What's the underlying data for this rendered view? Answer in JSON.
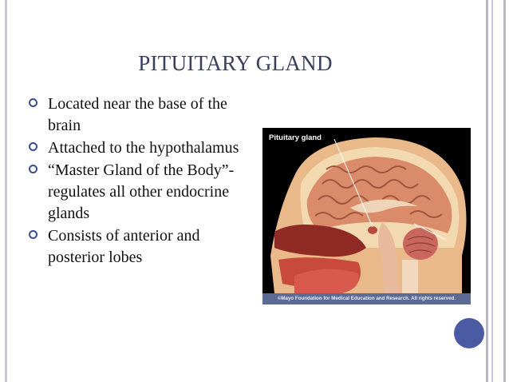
{
  "slide": {
    "title": "PITUITARY GLAND",
    "bullets": [
      "Located near the base of the brain",
      "Attached to the hypothalamus",
      "“Master Gland of the Body”- regulates all other endocrine glands",
      "Consists of anterior and posterior lobes"
    ],
    "figure": {
      "label": "Pituitary gland",
      "caption": "©Mayo Foundation for Medical Education and Research.  All rights reserved."
    }
  },
  "colors": {
    "title": "#3a3f5c",
    "bullet_ring": "#3a4d8f",
    "nav_dot": "#4a5aa3",
    "caption_bar": "#5a6b95"
  },
  "icons": {
    "bullet": "ring-bullet-icon",
    "nav": "circle-nav-icon"
  }
}
